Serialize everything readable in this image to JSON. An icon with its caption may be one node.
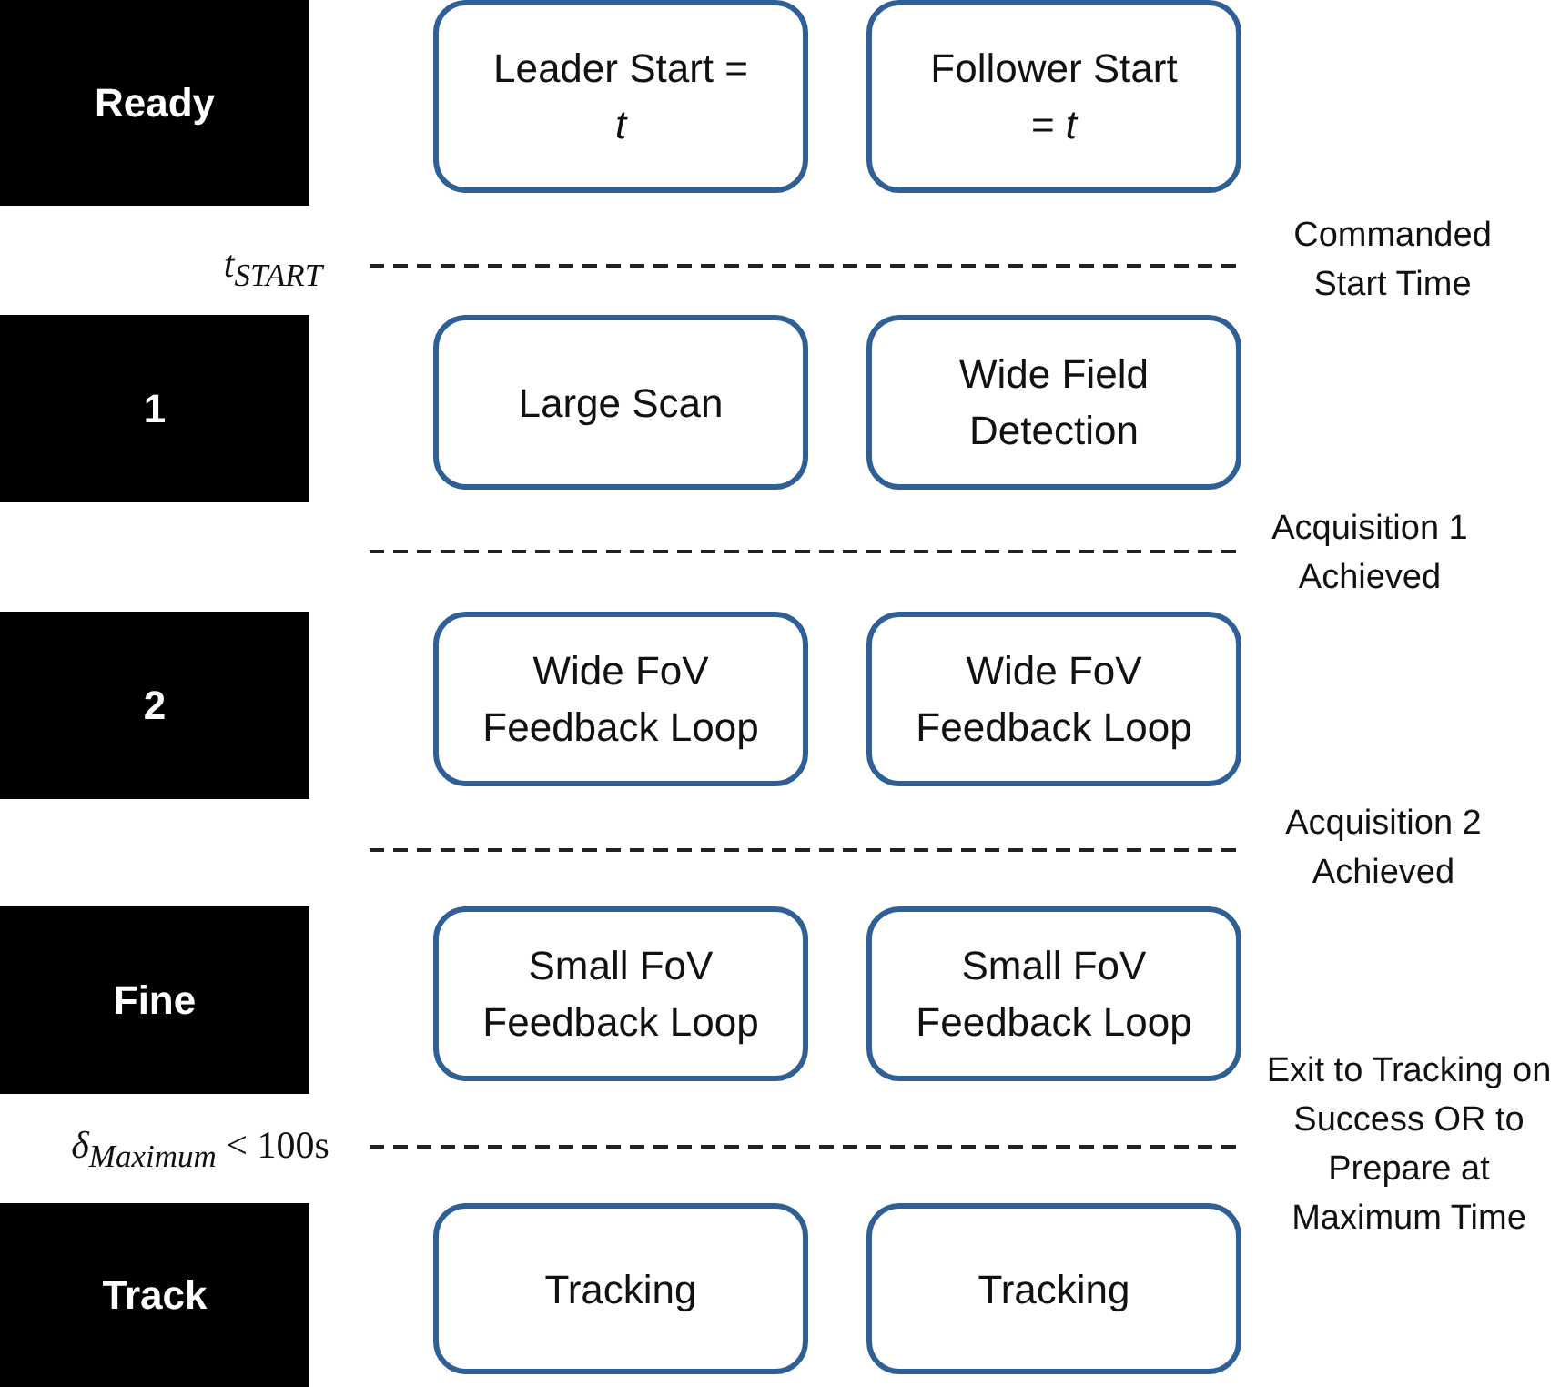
{
  "diagram": {
    "nodes": [
      {
        "text": [
          "Ready"
        ]
      },
      {
        "text": [
          "Leader Start = *t*"
        ]
      },
      {
        "text": [
          "Follower Start = *t*"
        ]
      },
      {
        "text": [
          "1"
        ]
      },
      {
        "text": [
          "Large Scan"
        ]
      },
      {
        "text": [
          "Wide Field Detection"
        ]
      },
      {
        "text": [
          "2"
        ]
      },
      {
        "text": [
          "Wide FoV Feedback Loop"
        ]
      },
      {
        "text": [
          "Wide FoV Feedback Loop"
        ]
      },
      {
        "text": [
          "Fine"
        ]
      },
      {
        "text": [
          "Small FoV Feedback Loop"
        ]
      },
      {
        "text": [
          "Small FoV Feedback Loop"
        ]
      },
      {
        "text": [
          "Track"
        ]
      },
      {
        "text": [
          "Tracking"
        ]
      },
      {
        "text": [
          "Tracking"
        ]
      }
    ],
    "labels": [
      "*t*$_{START}$",
      "Commanded Start Time",
      "Acquisition 1 Achieved",
      "Acquisition 2 Achieved",
      "*δ*$_{Maximum}$ < 100s",
      "Exit to Tracking on Success OR to Prepare at Maximum Time"
    ]
  }
}
